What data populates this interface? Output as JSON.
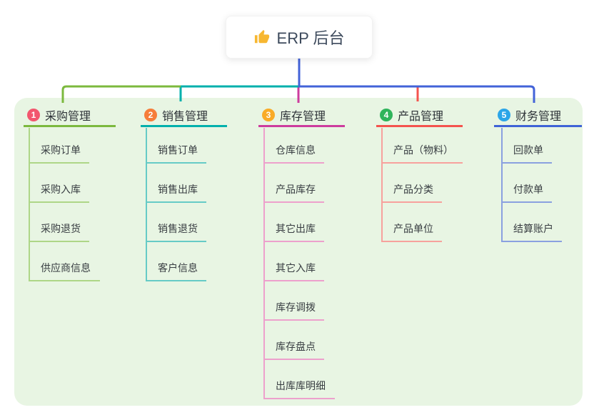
{
  "root": {
    "title": "ERP 后台",
    "icon": "thumbs-up",
    "icon_color": "#f7b731"
  },
  "colors": {
    "panel_bg": "#e8f5e3",
    "root_connector": "#4363d8"
  },
  "branches": [
    {
      "badge": "1",
      "label": "采购管理",
      "badge_color": "#f2566e",
      "line_color": "#7cb93e",
      "child_line_color": "#aed687",
      "children": [
        "采购订单",
        "采购入库",
        "采购退货",
        "供应商信息"
      ]
    },
    {
      "badge": "2",
      "label": "销售管理",
      "badge_color": "#f67d3a",
      "line_color": "#00b0ac",
      "child_line_color": "#66cbc6",
      "children": [
        "销售订单",
        "销售出库",
        "销售退货",
        "客户信息"
      ]
    },
    {
      "badge": "3",
      "label": "库存管理",
      "badge_color": "#f9ab27",
      "line_color": "#cd3c9e",
      "child_line_color": "#eda0cc",
      "children": [
        "仓库信息",
        "产品库存",
        "其它出库",
        "其它入库",
        "库存调拨",
        "库存盘点",
        "出库库明细"
      ]
    },
    {
      "badge": "4",
      "label": "产品管理",
      "badge_color": "#2fb45b",
      "line_color": "#f4534e",
      "child_line_color": "#f7a19d",
      "children": [
        "产品（物料）",
        "产品分类",
        "产品单位"
      ]
    },
    {
      "badge": "5",
      "label": "财务管理",
      "badge_color": "#2ba5e8",
      "line_color": "#3f63d6",
      "child_line_color": "#8aa0e0",
      "children": [
        "回款单",
        "付款单",
        "结算账户"
      ]
    }
  ]
}
